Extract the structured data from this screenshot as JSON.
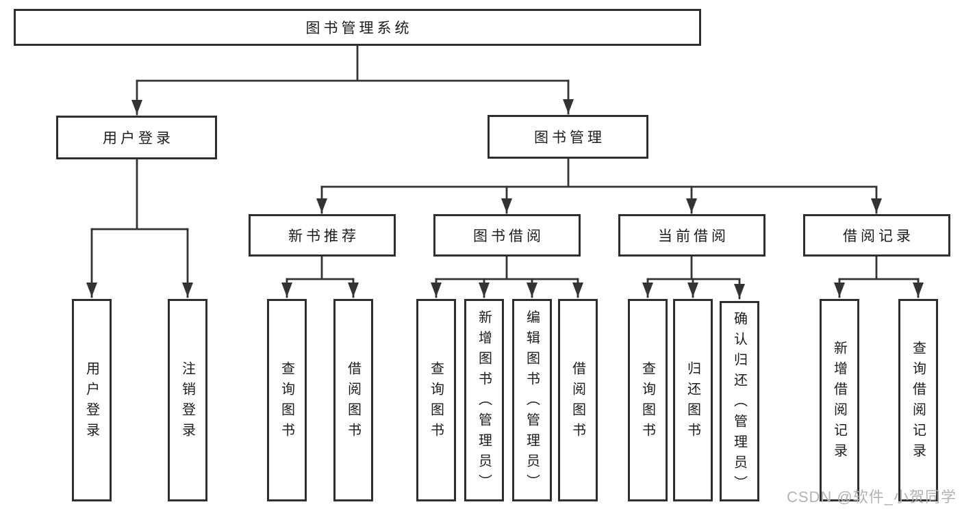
{
  "root_label": "图书管理系统",
  "branches": {
    "user": {
      "label": "用户登录",
      "leaves": [
        "用户登录",
        "注销登录"
      ]
    },
    "book": {
      "label": "图书管理",
      "groups": [
        {
          "label": "新书推荐",
          "leaves": [
            "查询图书",
            "借阅图书"
          ]
        },
        {
          "label": "图书借阅",
          "leaves": [
            "查询图书",
            "新增图书（管理员）",
            "编辑图书（管理员）",
            "借阅图书"
          ]
        },
        {
          "label": "当前借阅",
          "leaves": [
            "查询图书",
            "归还图书",
            "确认归还（管理员）"
          ]
        },
        {
          "label": "借阅记录",
          "leaves": [
            "新增借阅记录",
            "查询借阅记录"
          ]
        }
      ]
    }
  },
  "watermark": "CSDN @软件_小贺同学",
  "colors": {
    "line": "#333333",
    "box_border": "#2e2e2e",
    "text": "#1c1c20",
    "watermark": "#b3b1b5",
    "background": "#ffffff"
  }
}
